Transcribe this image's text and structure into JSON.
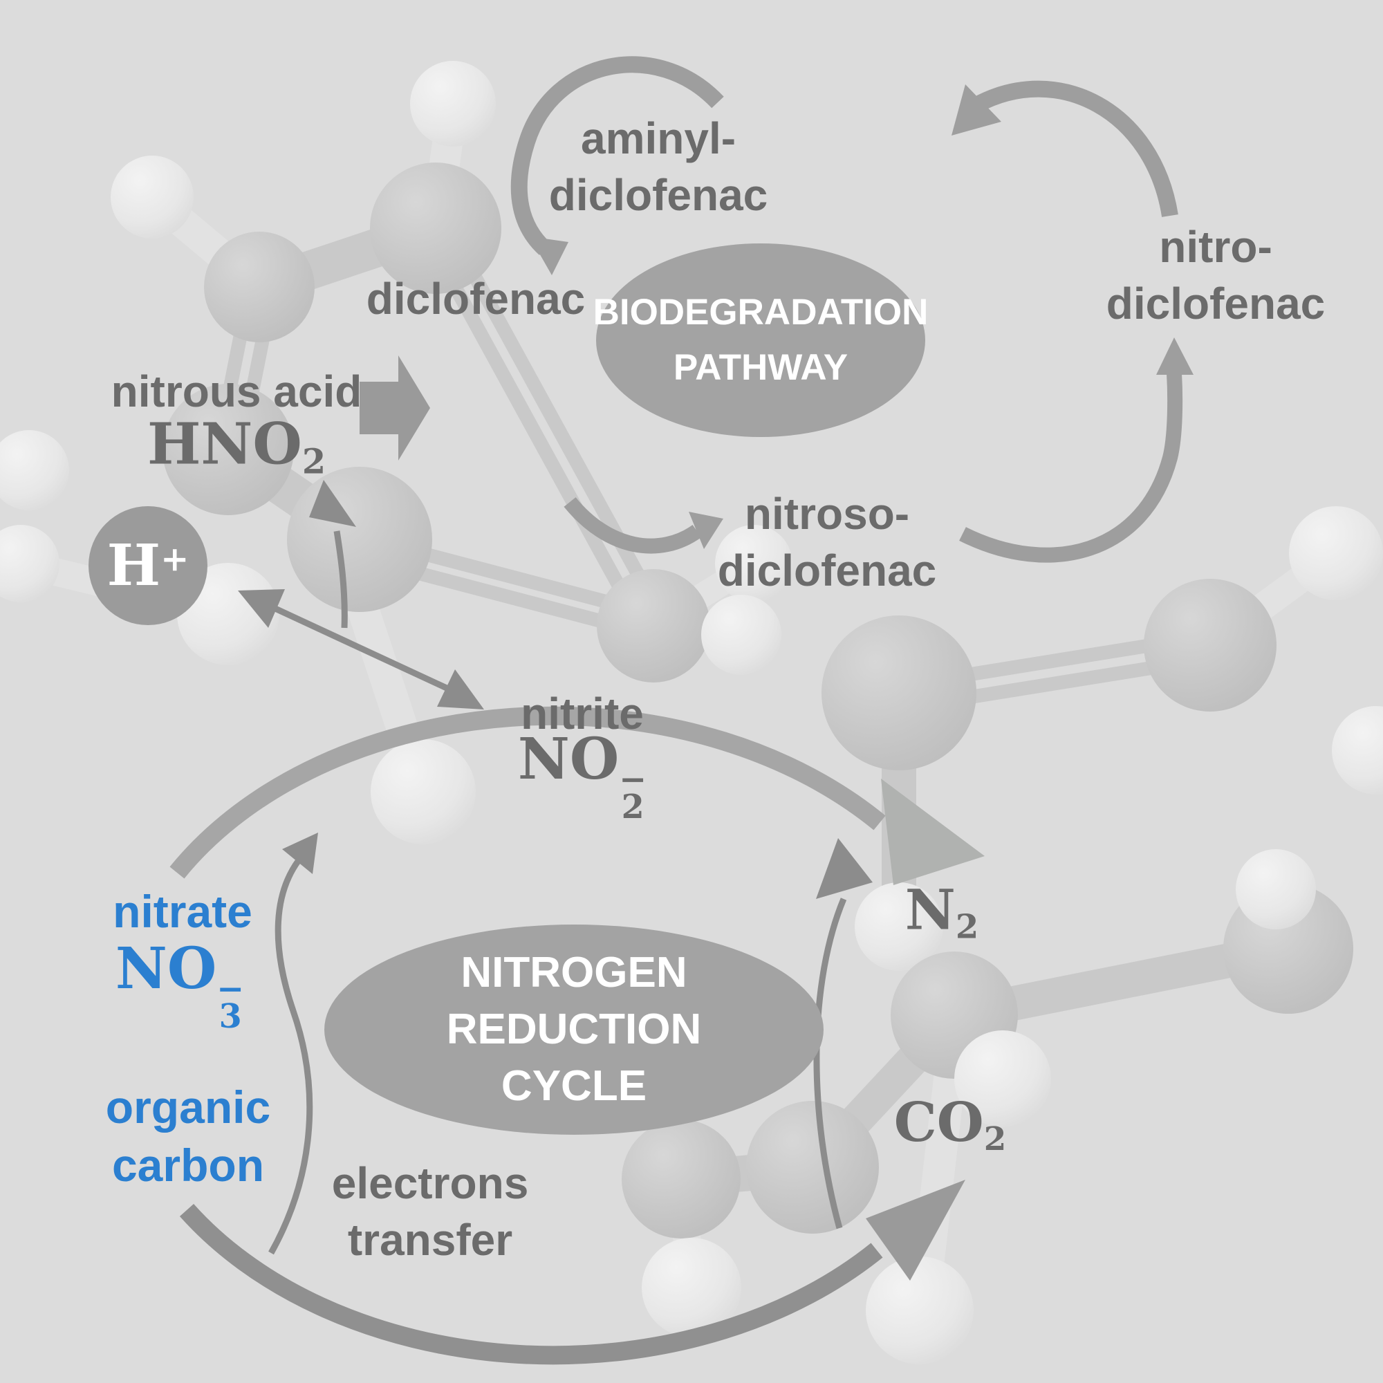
{
  "figure": {
    "background_color": "#dcdcdc",
    "label_color": "#6b6b6b",
    "accent_blue": "#2b7fd0",
    "ellipse_color": "#a3a3a3",
    "ellipse_text_color": "#ffffff",
    "arrow_color": "#9e9e9e",
    "big_arc_top_color": "#a6a6a6",
    "big_arc_bottom_color": "#909090",
    "thin_arrow_color": "#8c8c8c"
  },
  "biodegradation": {
    "title_line1": "BIODEGRADATION",
    "title_line2": "PATHWAY",
    "diclofenac": "diclofenac",
    "aminyl_line1": "aminyl-",
    "aminyl_line2": "diclofenac",
    "nitro_line1": "nitro-",
    "nitro_line2": "diclofenac",
    "nitroso_line1": "nitroso-",
    "nitroso_line2": "diclofenac"
  },
  "species": {
    "nitrous_acid_name": "nitrous acid",
    "nitrous_acid_formula_base": "HNO",
    "nitrous_acid_formula_sub": "2",
    "proton_base": "H",
    "proton_sup": "+",
    "nitrite_name": "nitrite",
    "nitrite_base": "NO",
    "nitrite_sub": "2",
    "nitrite_sup": "−",
    "nitrate_name": "nitrate",
    "nitrate_base": "NO",
    "nitrate_sub": "3",
    "nitrate_sup": "−",
    "n2_base": "N",
    "n2_sub": "2",
    "co2_base": "CO",
    "co2_sub": "2"
  },
  "nitrogen_cycle": {
    "title_line1": "NITROGEN",
    "title_line2": "REDUCTION",
    "title_line3": "CYCLE",
    "organic_line1": "organic",
    "organic_line2": "carbon",
    "electrons_line1": "electrons",
    "electrons_line2": "transfer"
  },
  "icons": [
    "arrow-aminyl-to-diclofenac",
    "arrow-nitro-to-aminyl",
    "arrow-pathway-to-nitroso",
    "arrow-nitroso-to-nitro",
    "block-arrow-diclofenac-to-pathway",
    "big-arc-nitrate-to-n2",
    "big-arc-carbon-to-co2",
    "thin-arrow-electron-s-curve",
    "thin-arrow-co2-to-n2",
    "thin-arrow-nitrite-to-hno2",
    "double-arrow-hno2-nitrite-equilibrium",
    "molecule-ball-and-stick-background"
  ]
}
